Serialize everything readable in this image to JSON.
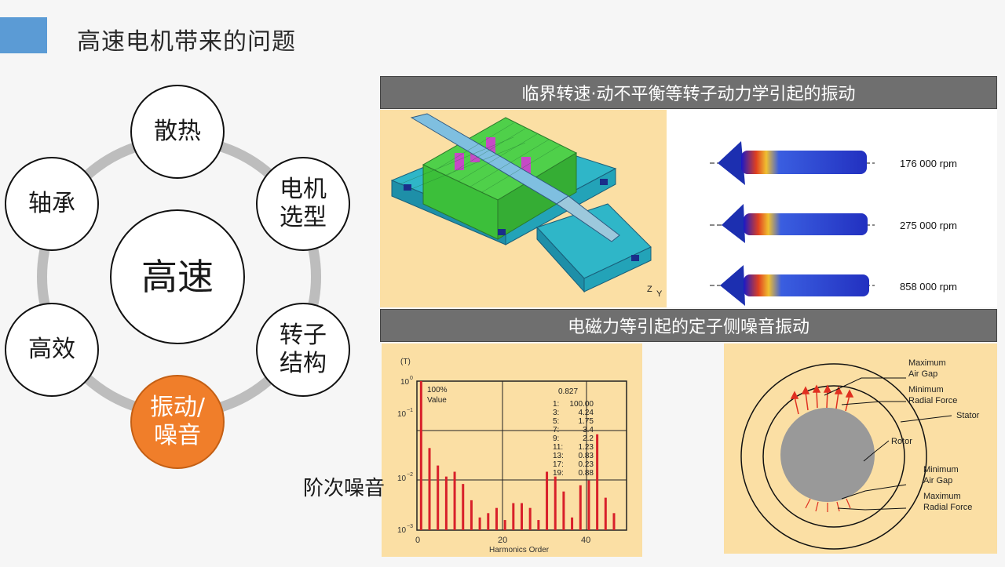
{
  "slide": {
    "title": "高速电机带来的问题"
  },
  "diagram": {
    "center": "高速",
    "nodes": {
      "top": "散热",
      "upper_right": "电机\n选型",
      "lower_right": "转子\n结构",
      "bottom": "振动/\n噪音",
      "lower_left": "高效",
      "upper_left": "轴承"
    }
  },
  "banners": {
    "rotor": "临界转速·动不平衡等转子动力学引起的振动",
    "stator": "电磁力等引起的定子侧噪音振动"
  },
  "rotor_modes": {
    "speeds": [
      "176 000 rpm",
      "275 000 rpm",
      "858 000 rpm"
    ],
    "axis_labels": [
      "Z",
      "Y"
    ]
  },
  "harmonics_chart": {
    "caption": "阶次噪音",
    "unit": "(T)",
    "y_ticks": [
      "10",
      "10",
      "10",
      "10"
    ],
    "y_exponents": [
      "0",
      "−1",
      "−2",
      "−3"
    ],
    "x_ticks": [
      "0",
      "20",
      "40"
    ],
    "xlabel": "Harmonics Order",
    "note": "100%\nValue",
    "summary_value": "0.827",
    "table_orders": [
      "1:",
      "3:",
      "5:",
      "7:",
      "9:",
      "11:",
      "13:",
      "17:",
      "19:"
    ],
    "table_values": [
      "100.00",
      "4.24",
      "1.75",
      "3.4",
      "2.2",
      "1.23",
      "0.83",
      "0.23",
      "0.88"
    ]
  },
  "chart_data": {
    "type": "bar",
    "xlabel": "Harmonics Order",
    "ylabel": "(T)",
    "yscale": "log",
    "ylim": [
      0.001,
      1
    ],
    "xlim": [
      0,
      50
    ],
    "x": [
      1,
      3,
      5,
      7,
      9,
      11,
      13,
      15,
      17,
      19,
      21,
      23,
      25,
      27,
      29,
      31,
      33,
      35,
      37,
      39,
      41,
      43,
      45,
      47
    ],
    "values": [
      1.0,
      0.045,
      0.02,
      0.012,
      0.015,
      0.0085,
      0.004,
      0.0018,
      0.0022,
      0.0028,
      0.0016,
      0.0035,
      0.0035,
      0.0028,
      0.0016,
      0.015,
      0.012,
      0.006,
      0.0018,
      0.008,
      0.01,
      0.085,
      0.0045,
      0.0022
    ]
  },
  "stator_diagram": {
    "labels": [
      "Maximum",
      "Air Gap",
      "Minimum",
      "Radial Force",
      "Stator",
      "Rotor",
      "Minimum",
      "Air Gap",
      "Maximum",
      "Radial Force"
    ]
  },
  "colors": {
    "accent": "#5b9bd5",
    "orange": "#f07e2a",
    "ring": "#bdbdbd",
    "banner": "#6f6f6f",
    "panel": "#fbdfa4"
  }
}
